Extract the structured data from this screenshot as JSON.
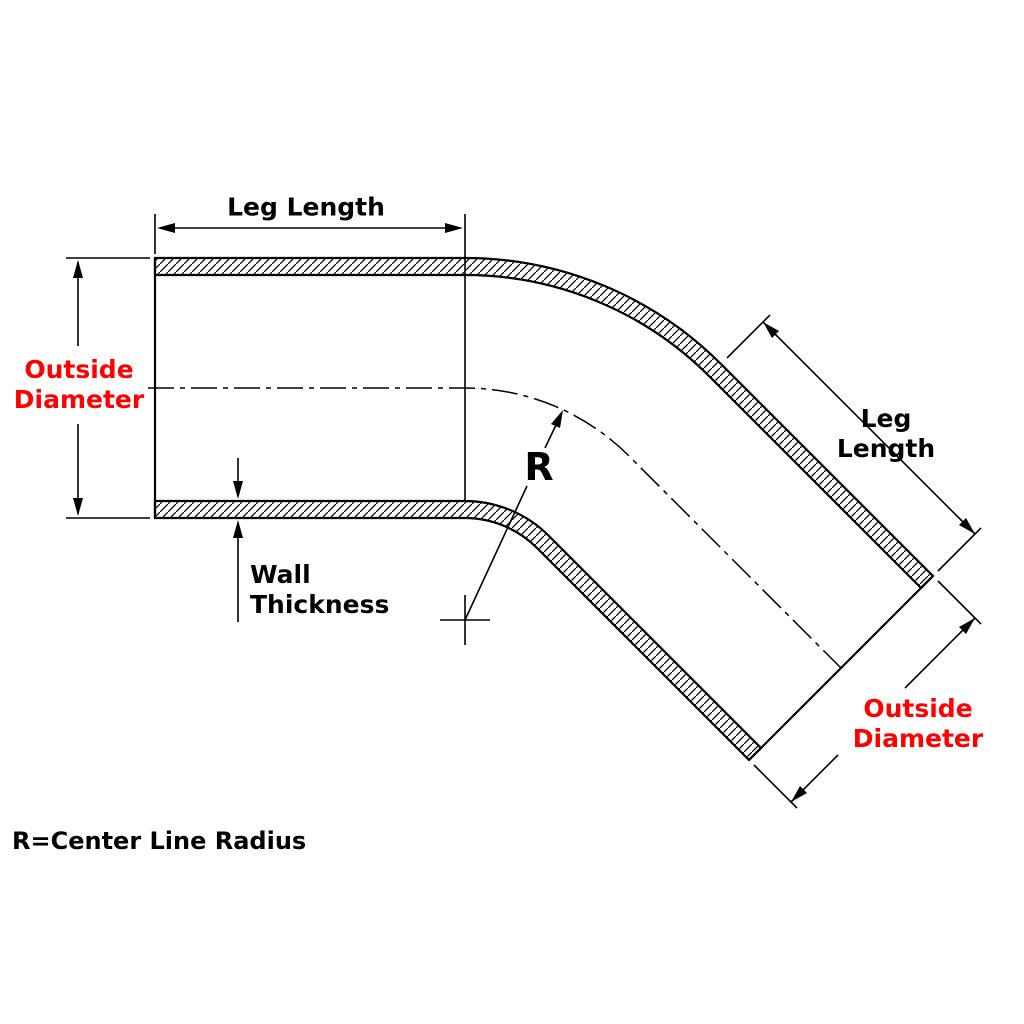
{
  "diagram": {
    "labels": {
      "leg_length_top": "Leg Length",
      "outside_diameter_left": {
        "line1": "Outside",
        "line2": "Diameter"
      },
      "wall_thickness": {
        "line1": "Wall",
        "line2": "Thickness"
      },
      "radius_symbol": "R",
      "leg_length_right": {
        "line1": "Leg",
        "line2": "Length"
      },
      "outside_diameter_right": {
        "line1": "Outside",
        "line2": "Diameter"
      }
    },
    "note": {
      "radius_definition": "R=Center Line Radius"
    },
    "colors": {
      "line_black": "#000000",
      "accent_red": "#ff0000",
      "background": "#ffffff"
    }
  }
}
